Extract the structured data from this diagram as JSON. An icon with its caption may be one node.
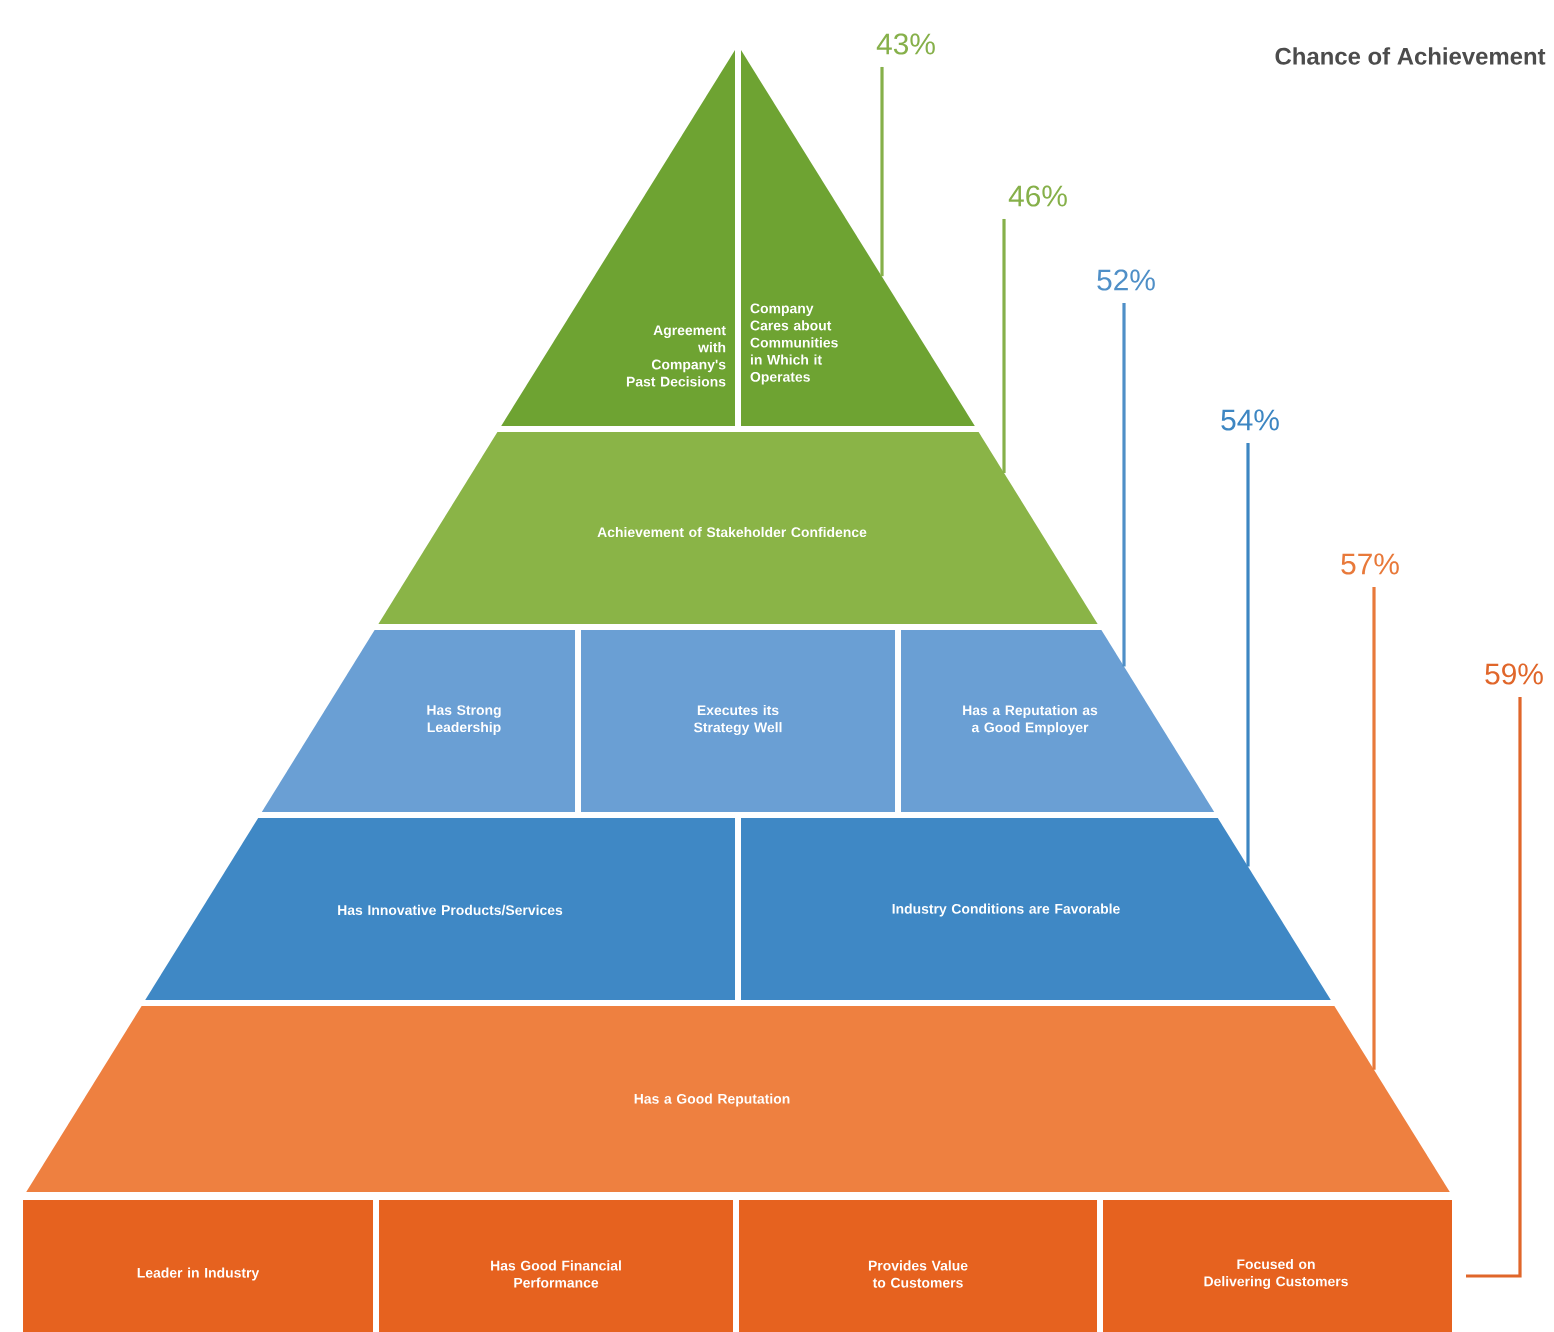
{
  "diagram": {
    "title": "Chance of Achievement",
    "nodes": [
      {
        "text": [
          "Agreement with Company's Past Decisions"
        ]
      },
      {
        "text": [
          "Company Cares about Communities in Which it Operates"
        ]
      },
      {
        "text": [
          "Achievement of Stakeholder Confidence"
        ]
      },
      {
        "text": [
          "Has Strong Leadership"
        ]
      },
      {
        "text": [
          "Executes its Strategy Well"
        ]
      },
      {
        "text": [
          "Has a Reputation as a Good Employer"
        ]
      },
      {
        "text": [
          "Has Innovative Products/Services"
        ]
      },
      {
        "text": [
          "Industry Conditions are Favorable"
        ]
      },
      {
        "text": [
          "Has a Good Reputation"
        ]
      },
      {
        "text": [
          "Leader in Industry"
        ]
      },
      {
        "text": [
          "Has Good Financial Performance"
        ]
      },
      {
        "text": [
          "Provides Value to Customers"
        ]
      },
      {
        "text": [
          "Focused on Delivering Customers"
        ]
      },
      {
        "text": [
          "43%"
        ]
      },
      {
        "text": [
          "46%"
        ]
      },
      {
        "text": [
          "52%"
        ]
      },
      {
        "text": [
          "54%"
        ]
      },
      {
        "text": [
          "57%"
        ]
      },
      {
        "text": [
          "59%"
        ]
      }
    ],
    "edges": [
      {
        "from": 13,
        "to": 1,
        "arrow": "none",
        "color": "#86b04a"
      },
      {
        "from": 14,
        "to": 2,
        "arrow": "none",
        "color": "#86b04a"
      },
      {
        "from": 15,
        "to": 5,
        "arrow": "none",
        "color": "#4f8fc7"
      },
      {
        "from": 16,
        "to": 7,
        "arrow": "none",
        "color": "#3d86c2"
      },
      {
        "from": 17,
        "to": 8,
        "arrow": "none",
        "color": "#e8793a"
      },
      {
        "from": 18,
        "to": 12,
        "arrow": "none",
        "color": "#e0662a"
      }
    ]
  }
}
